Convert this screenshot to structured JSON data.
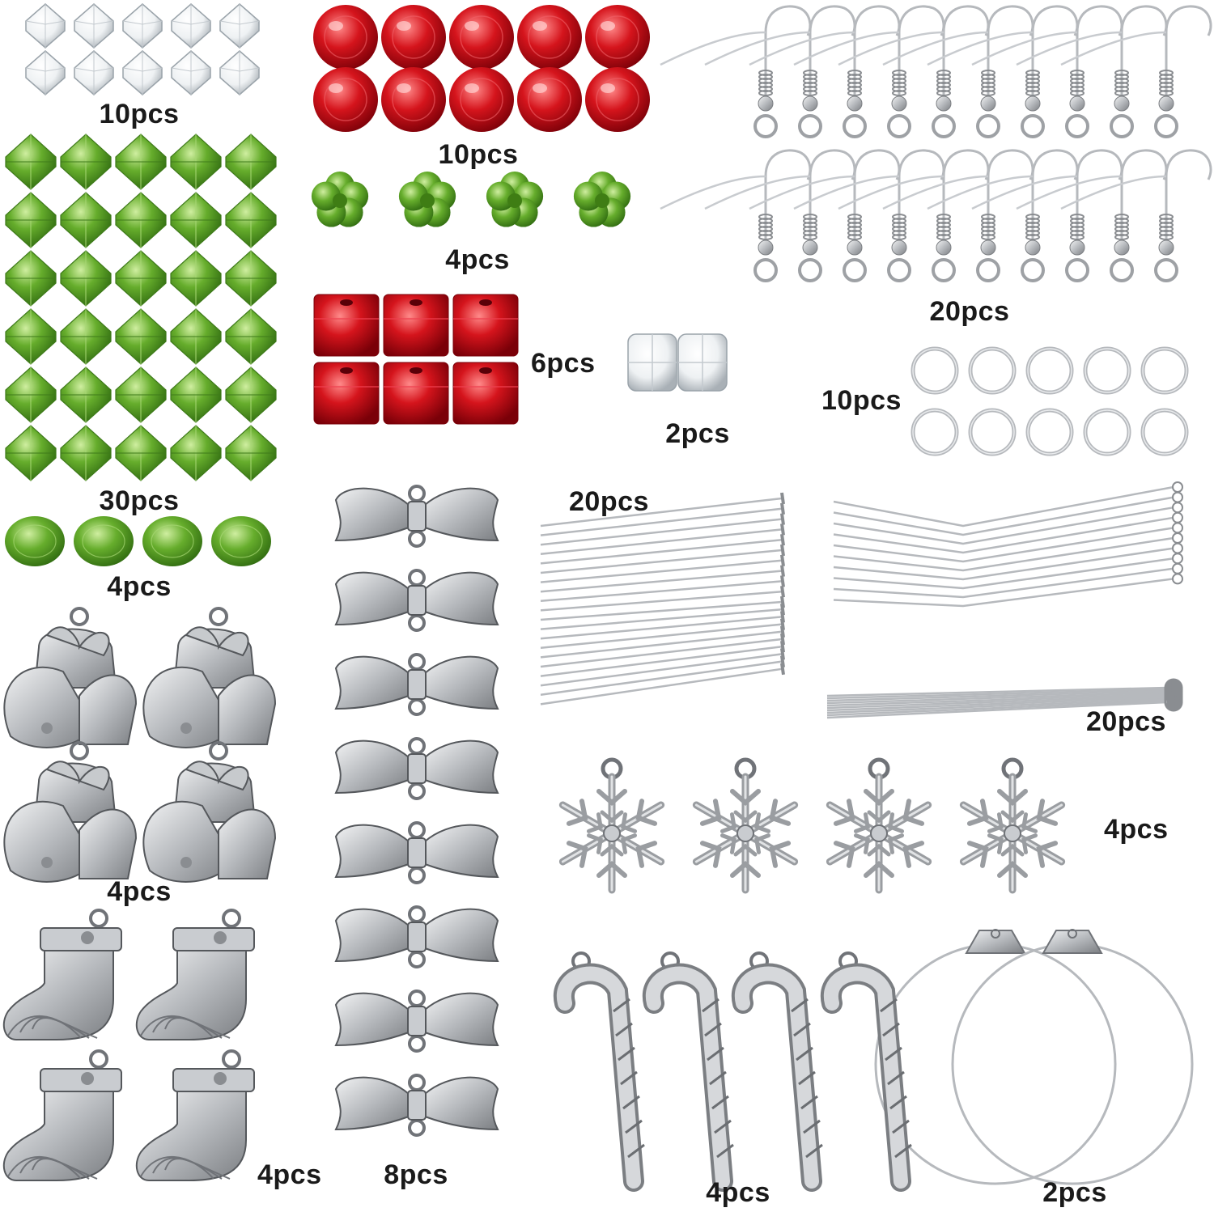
{
  "labels": {
    "clear_bicone": "10pcs",
    "red_round": "10pcs",
    "ear_hooks": "20pcs",
    "green_bicone": "30pcs",
    "green_flower": "4pcs",
    "red_cube": "6pcs",
    "clear_cube": "2pcs",
    "jump_rings": "10pcs",
    "green_rondelle": "4pcs",
    "head_pins": "20pcs",
    "eye_pins": "20pcs",
    "bell_charms": "4pcs",
    "bow_connectors": "8pcs",
    "snowflake_charms": "4pcs",
    "stocking_charms": "4pcs",
    "candy_cane_charms": "4pcs",
    "hoop_rings": "2pcs"
  },
  "colors": {
    "bead_red": "#c8101a",
    "bead_green": "#5fa32a",
    "bead_clear": "#eef2f4",
    "silver": "#b9bcc0",
    "silver_dark": "#6b6e72"
  },
  "items": {
    "clear_bicone": {
      "count": 10,
      "icon": "clear-bicone-bead-icon"
    },
    "red_round": {
      "count": 10,
      "icon": "red-round-bead-icon"
    },
    "ear_hooks": {
      "count": 20,
      "icon": "ear-hook-icon"
    },
    "green_bicone": {
      "count": 30,
      "icon": "green-bicone-bead-icon"
    },
    "green_flower": {
      "count": 4,
      "icon": "green-flower-bead-icon"
    },
    "red_cube": {
      "count": 6,
      "icon": "red-cube-bead-icon"
    },
    "clear_cube": {
      "count": 2,
      "icon": "clear-cube-bead-icon"
    },
    "jump_rings": {
      "count": 10,
      "icon": "jump-ring-icon"
    },
    "green_rondelle": {
      "count": 4,
      "icon": "green-rondelle-bead-icon"
    },
    "head_pins": {
      "count": 20,
      "icon": "head-pin-icon"
    },
    "eye_pins": {
      "count": 20,
      "icon": "eye-pin-icon"
    },
    "bell_charms": {
      "count": 4,
      "icon": "bell-charm-icon"
    },
    "bow_connectors": {
      "count": 8,
      "icon": "bow-connector-icon"
    },
    "snowflake_charms": {
      "count": 4,
      "icon": "snowflake-charm-icon"
    },
    "stocking_charms": {
      "count": 4,
      "icon": "stocking-charm-icon"
    },
    "candy_cane_charms": {
      "count": 4,
      "icon": "candy-cane-charm-icon"
    },
    "hoop_rings": {
      "count": 2,
      "icon": "hoop-ring-icon"
    }
  }
}
